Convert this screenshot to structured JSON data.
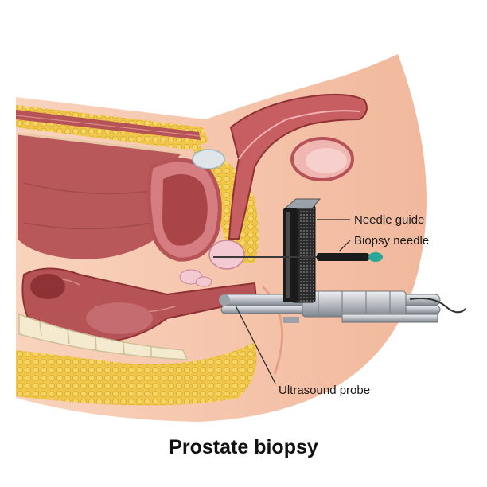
{
  "title": "Prostate biopsy",
  "labels": {
    "needle_guide": "Needle guide",
    "biopsy_needle": "Biopsy needle",
    "ultrasound_probe": "Ultrasound probe"
  },
  "colors": {
    "skin": "#f6c7ad",
    "skin_shadow": "#e9a98c",
    "fat": "#efc64a",
    "muscle": "#b65356",
    "muscle_dark": "#8e3236",
    "organ_light": "#d97b7d",
    "bone": "#f3ead0",
    "probe_metal": "#c9ccd0",
    "needle_tip": "#2aa69a",
    "guide_black": "#1b1b1b"
  }
}
